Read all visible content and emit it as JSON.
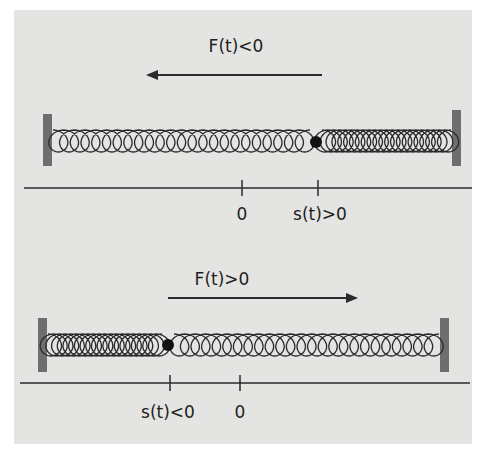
{
  "diagram": {
    "labels": [
      "F(t)<0",
      "0",
      "s(t)>0",
      "F(t)>0",
      "s(t)<0",
      "0"
    ]
  }
}
